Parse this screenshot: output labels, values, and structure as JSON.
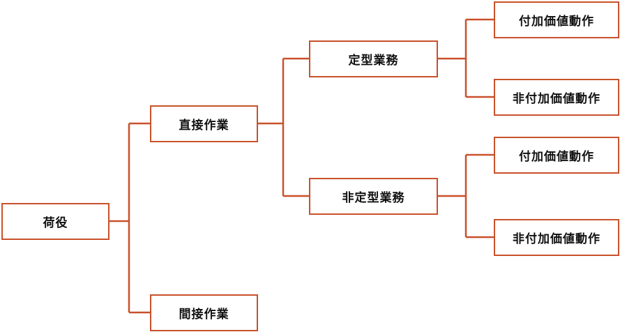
{
  "colors": {
    "line": "#c9512b",
    "text": "#111111"
  },
  "root": {
    "label": "荷役"
  },
  "level1": [
    {
      "label": "直接作業"
    },
    {
      "label": "間接作業"
    }
  ],
  "level2": [
    {
      "label": "定型業務"
    },
    {
      "label": "非定型業務"
    }
  ],
  "level3": [
    {
      "label": "付加価値動作"
    },
    {
      "label": "非付加価値動作"
    },
    {
      "label": "付加価値動作"
    },
    {
      "label": "非付加価値動作"
    }
  ]
}
